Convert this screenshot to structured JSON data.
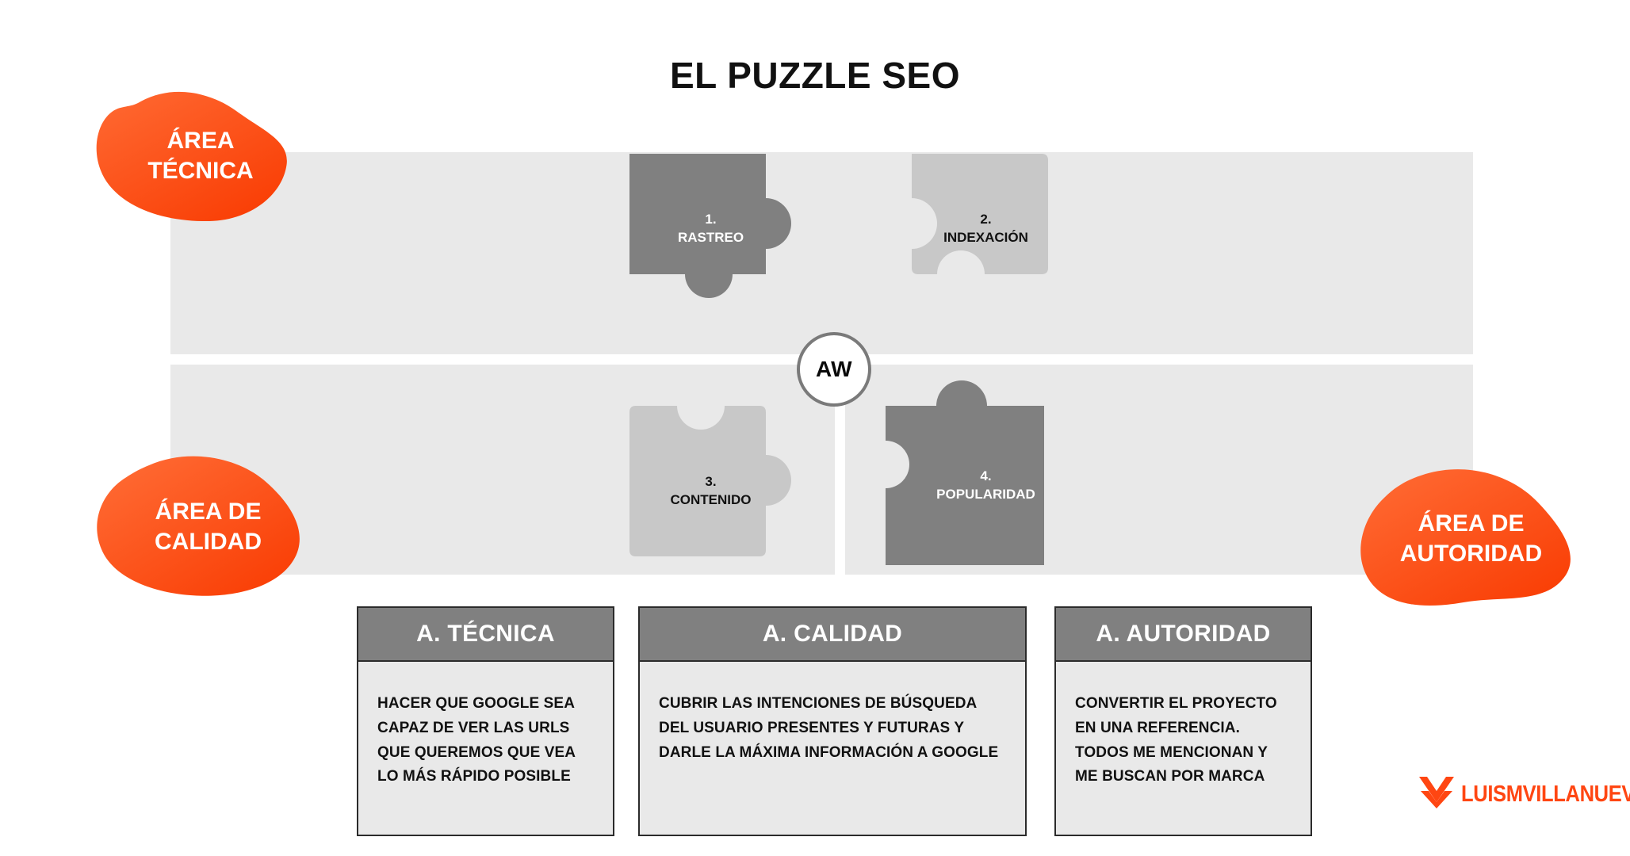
{
  "page": {
    "title": "EL PUZZLE SEO",
    "background": "#ffffff"
  },
  "colors": {
    "orange": "#ff4612",
    "orange_light": "#ff6a33",
    "panel_gray": "#e9e9e9",
    "piece_dark": "#808080",
    "piece_light": "#c8c8c8",
    "text_dark": "#111111",
    "card_header_gray": "#808080"
  },
  "center_badge": {
    "label": "AW"
  },
  "blobs": [
    {
      "id": "tecnica",
      "line1": "ÁREA",
      "line2": "TÉCNICA"
    },
    {
      "id": "calidad",
      "line1": "ÁREA DE",
      "line2": "CALIDAD"
    },
    {
      "id": "autoridad",
      "line1": "ÁREA DE",
      "line2": "AUTORIDAD"
    }
  ],
  "puzzle_pieces": [
    {
      "number": "1.",
      "name": "RASTREO",
      "fill": "#808080",
      "text_color": "#ffffff"
    },
    {
      "number": "2.",
      "name": "INDEXACIÓN",
      "fill": "#c8c8c8",
      "text_color": "#111111"
    },
    {
      "number": "3.",
      "name": "CONTENIDO",
      "fill": "#c8c8c8",
      "text_color": "#111111"
    },
    {
      "number": "4.",
      "name": "POPULARIDAD",
      "fill": "#808080",
      "text_color": "#ffffff"
    }
  ],
  "cards": [
    {
      "id": "tecnica",
      "header": "A. TÉCNICA",
      "body": "HACER QUE GOOGLE SEA CAPAZ DE VER LAS URLS QUE QUEREMOS QUE VEA LO MÁS RÁPIDO POSIBLE"
    },
    {
      "id": "calidad",
      "header": "A. CALIDAD",
      "body": "CUBRIR LAS INTENCIONES DE BÚSQUEDA DEL USUARIO PRESENTES Y FUTURAS Y DARLE LA MÁXIMA INFORMACIÓN A GOOGLE"
    },
    {
      "id": "autoridad",
      "header": "A. AUTORIDAD",
      "body": "CONVERTIR EL PROYECTO EN UNA REFERENCIA. TODOS ME MENCIONAN Y ME BUSCAN POR MARCA"
    }
  ],
  "brand": {
    "wordmark": "LUISMVILLANUEVA",
    "icon": "double-chevron-down-icon"
  }
}
